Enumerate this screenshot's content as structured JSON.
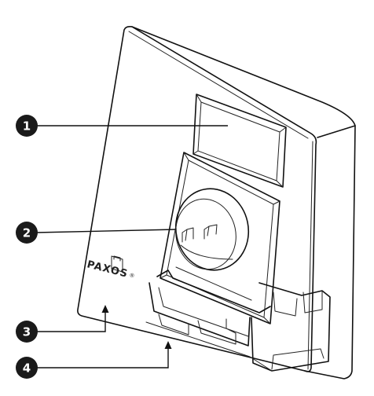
{
  "device": {
    "brand_text": "PAXOS",
    "registered_mark": "®"
  },
  "callouts": [
    {
      "id": "callout-1",
      "label": "1"
    },
    {
      "id": "callout-2",
      "label": "2"
    },
    {
      "id": "callout-3",
      "label": "3"
    },
    {
      "id": "callout-4",
      "label": "4"
    }
  ],
  "colors": {
    "ink": "#111111",
    "callout_fill": "#1a1a1a",
    "background": "#ffffff"
  }
}
